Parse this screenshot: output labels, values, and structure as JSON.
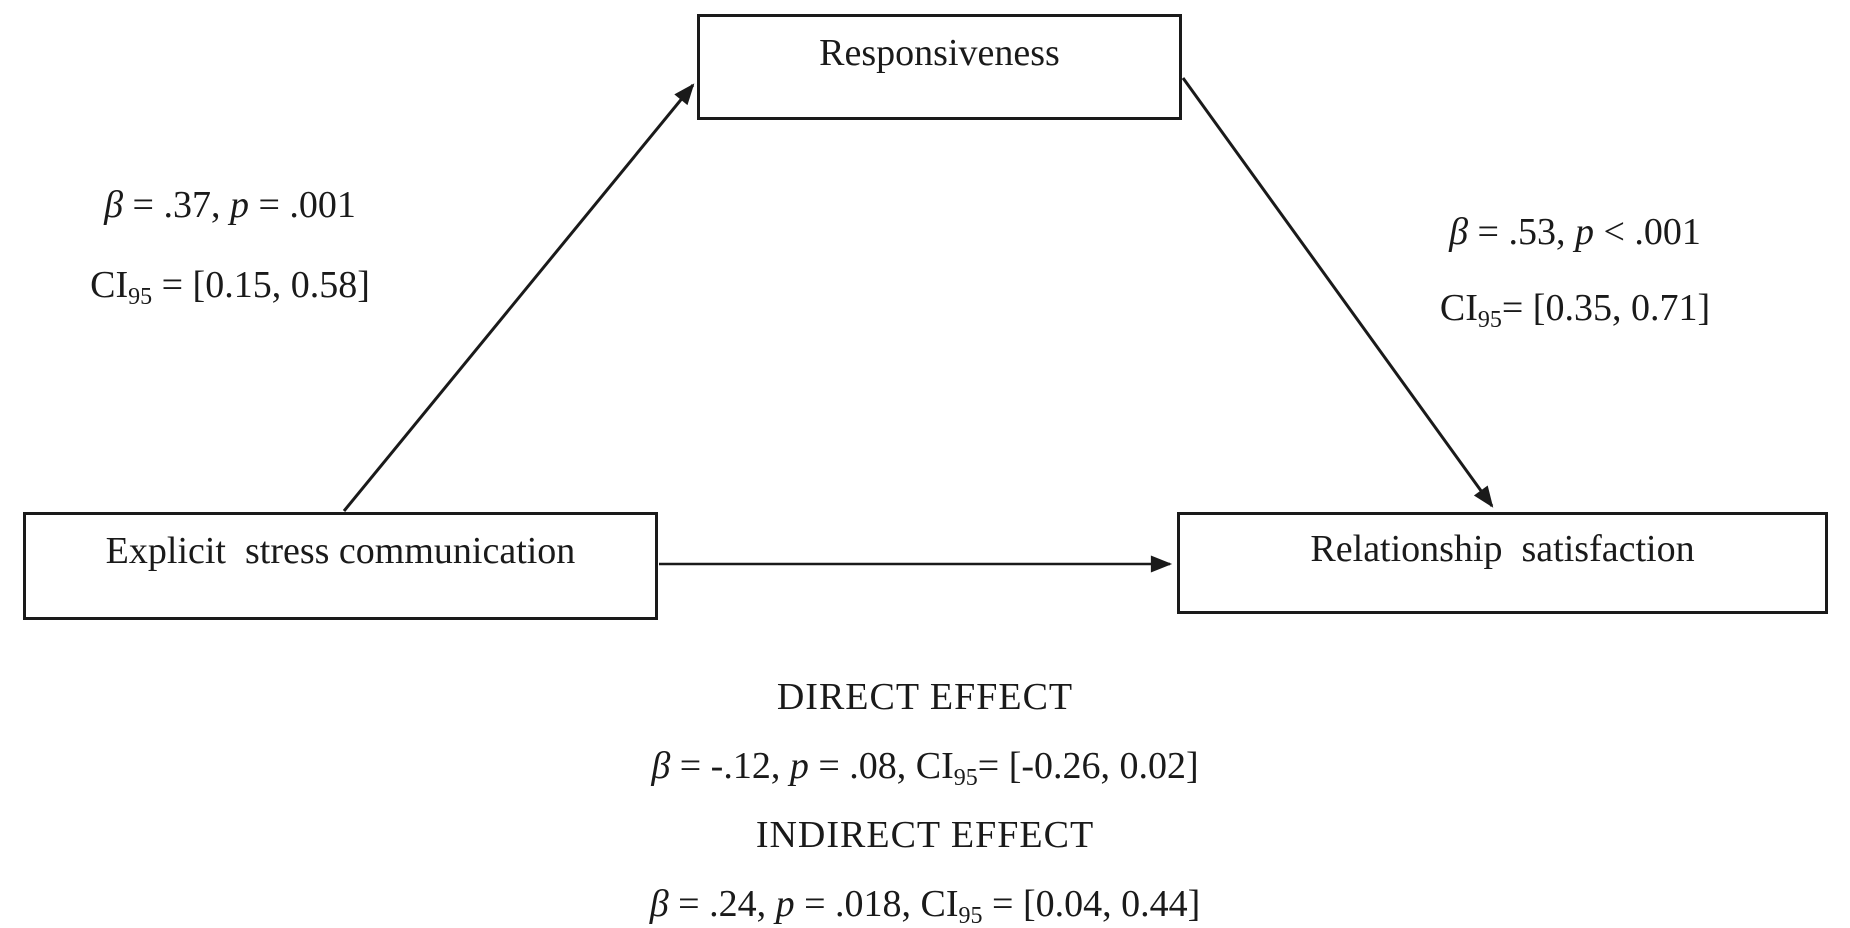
{
  "canvas": {
    "background": "#ffffff",
    "line_color": "#1a1a1a"
  },
  "boxes": {
    "mediator": {
      "label": "Responsiveness"
    },
    "predictor": {
      "label": "Explicit  stress communication"
    },
    "outcome": {
      "label": "Relationship  satisfaction"
    }
  },
  "path_a": {
    "beta_sym": "β",
    "beta_eq": " = .37, ",
    "p_sym": "p",
    "p_eq": " = .001",
    "ci_label": "CI",
    "ci_sub": "95",
    "ci_val": " = [0.15, 0.58]"
  },
  "path_b": {
    "beta_sym": "β",
    "beta_eq": " = .53, ",
    "p_sym": "p",
    "p_eq": " < .001",
    "ci_label": "CI",
    "ci_sub": "95",
    "ci_val": "= [0.35, 0.71]"
  },
  "direct_effect": {
    "heading": "DIRECT EFFECT",
    "beta_sym": "β",
    "beta_eq": " = -.12, ",
    "p_sym": "p",
    "p_eq": " = .08, ",
    "ci_label": "CI",
    "ci_sub": "95",
    "ci_val": "= [-0.26, 0.02]"
  },
  "indirect_effect": {
    "heading": "INDIRECT EFFECT",
    "beta_sym": "β",
    "beta_eq": " = .24, ",
    "p_sym": "p",
    "p_eq": " = .018, ",
    "ci_label": "CI",
    "ci_sub": "95",
    "ci_val": " = [0.04, 0.44]"
  }
}
